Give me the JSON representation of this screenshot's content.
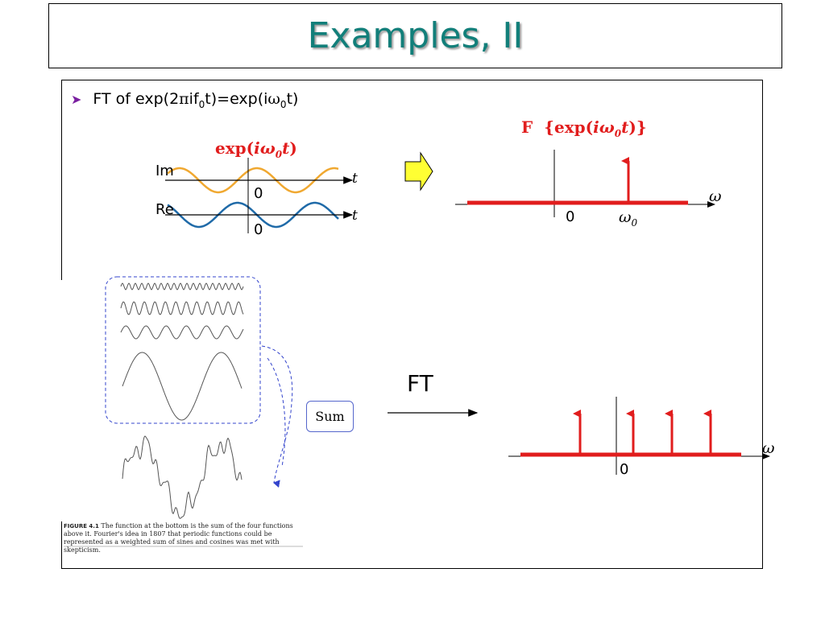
{
  "slide": {
    "title": "Examples, II",
    "bullet": {
      "prefix": "FT of exp(2",
      "pi": "π",
      "mid1": "if",
      "sub1": "0",
      "mid2": "t)=exp(i",
      "omega": "ω",
      "sub2": "0",
      "end": "t)"
    },
    "left_plot": {
      "title_main": "exp(",
      "title_i": "iω",
      "title_sub": "0",
      "title_t": "t",
      "title_close": ")",
      "im_label": "Im",
      "re_label": "Re",
      "t_label_top": "t",
      "t_label_bottom": "t",
      "zero_top": "0",
      "zero_bottom": "0"
    },
    "right_plot": {
      "title_f": "F",
      "title_open": "{exp(",
      "title_i": "iω",
      "title_sub": "0",
      "title_t": "t",
      "title_close": ")}",
      "omega_label": "ω",
      "zero": "0",
      "omega0": "ω",
      "omega0_sub": "0"
    },
    "lower": {
      "ft_label": "FT",
      "sum_label": "Sum",
      "omega_label": "ω",
      "zero": "0"
    },
    "figure_caption": {
      "label": "FIGURE 4.1",
      "text": "The function at the bottom is the sum of the four functions above it. Fourier's idea in 1807 that periodic functions could be represented as a weighted sum of sines and cosines was met with skepticism."
    },
    "colors": {
      "title": "#127f7a",
      "im_wave": "#f0a830",
      "re_wave": "#1f6aa8",
      "spike": "#e11d1d",
      "arrow_fill": "#ffff33",
      "dashed": "#3344cc"
    }
  }
}
